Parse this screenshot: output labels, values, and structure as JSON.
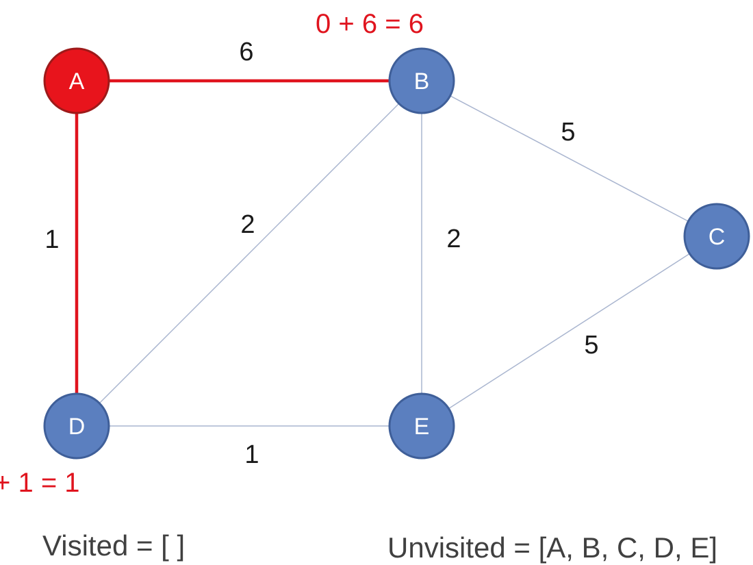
{
  "colors": {
    "node_default_fill": "#5b7fbf",
    "node_default_stroke": "#3f5f99",
    "node_active_fill": "#e8141c",
    "node_active_stroke": "#9e1a1a",
    "edge_default": "#a9b5cf",
    "edge_highlight": "#e0141e",
    "calc_text": "#e0141e",
    "text_dark": "#1a1a1a",
    "text_gray": "#404040"
  },
  "nodes": [
    {
      "id": "A",
      "label": "A",
      "active": true
    },
    {
      "id": "B",
      "label": "B",
      "active": false
    },
    {
      "id": "C",
      "label": "C",
      "active": false
    },
    {
      "id": "D",
      "label": "D",
      "active": false
    },
    {
      "id": "E",
      "label": "E",
      "active": false
    }
  ],
  "edges": [
    {
      "from": "A",
      "to": "B",
      "weight": "6",
      "highlighted": true
    },
    {
      "from": "A",
      "to": "D",
      "weight": "1",
      "highlighted": true
    },
    {
      "from": "B",
      "to": "D",
      "weight": "2",
      "highlighted": false
    },
    {
      "from": "B",
      "to": "E",
      "weight": "2",
      "highlighted": false
    },
    {
      "from": "B",
      "to": "C",
      "weight": "5",
      "highlighted": false
    },
    {
      "from": "C",
      "to": "E",
      "weight": "5",
      "highlighted": false
    },
    {
      "from": "D",
      "to": "E",
      "weight": "1",
      "highlighted": false
    }
  ],
  "calculations": {
    "B": "0 + 6 = 6",
    "D": "+ 1 = 1"
  },
  "lists": {
    "visited": "Visited = [ ]",
    "unvisited": "Unvisited = [A, B, C, D, E]"
  }
}
